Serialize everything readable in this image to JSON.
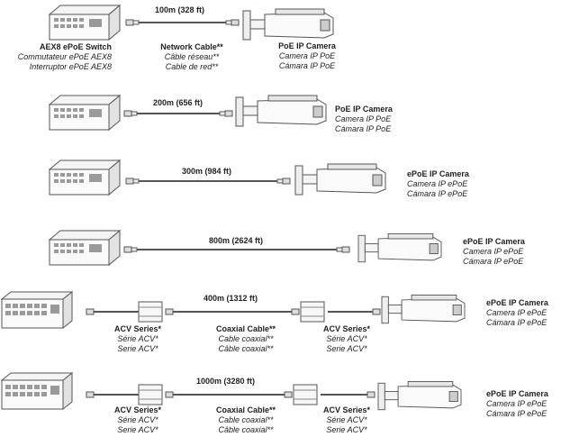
{
  "labels": {
    "switch": [
      "AEX8 ePoE Switch",
      "Commutateur ePoE AEX8",
      "Interruptor ePoE AEX8"
    ],
    "network_cable": [
      "Network Cable**",
      "Câble réseau**",
      "Cable de red**"
    ],
    "poe_camera": [
      "PoE IP Camera",
      "Camera IP PoE",
      "Cámara IP PoE"
    ],
    "epoe_camera": [
      "ePoE IP Camera",
      "Camera IP ePoE",
      "Cámara IP ePoE"
    ],
    "acv_series": [
      "ACV Series*",
      "Série ACV*",
      "Serie ACV*"
    ],
    "coaxial_cable": [
      "Coaxial Cable**",
      "Cable coaxial**",
      "Câble coaxial**"
    ],
    "coaxial_cable_row6": [
      "Coaxial Cable**",
      "Cable coaxial**",
      "Câble coaxial**"
    ]
  },
  "rows": [
    {
      "distance": "100m (328 ft)"
    },
    {
      "distance": "200m (656 ft)"
    },
    {
      "distance": "300m (984 ft)"
    },
    {
      "distance": "800m (2624 ft)"
    },
    {
      "distance": "400m (1312 ft)"
    },
    {
      "distance": "1000m (3280 ft)"
    }
  ],
  "colors": {
    "line": "#555555",
    "fill": "#f0f0f0",
    "port": "#9a9a9a"
  }
}
